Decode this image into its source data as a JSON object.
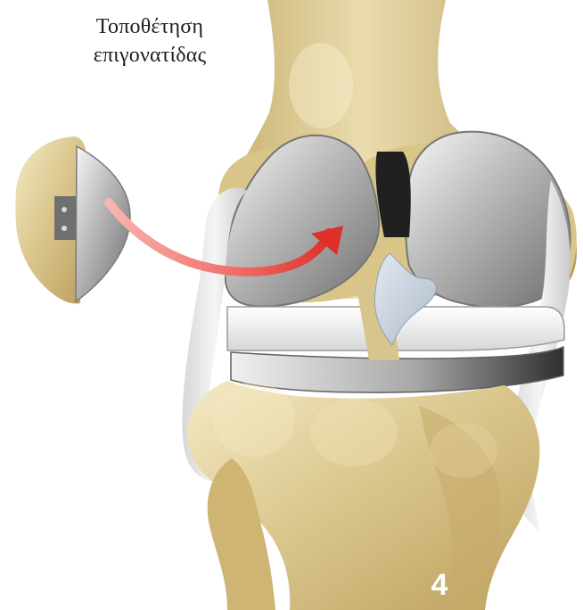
{
  "caption": {
    "line1": "Τοποθέτηση",
    "line2": "επιγονατίδας"
  },
  "step": {
    "number": "4"
  },
  "colors": {
    "bone": "#d8c48d",
    "bone_shadow": "#b99f5d",
    "bone_highlight": "#f2e6be",
    "implant_metal": "#b7b7b7",
    "implant_shadow": "#6f6f6f",
    "arrow_red": "#e6453d",
    "number_text": "#ffffff"
  },
  "icons": {
    "patellar_component": "patellar-component-icon",
    "arrow": "curved-arrow-icon"
  }
}
